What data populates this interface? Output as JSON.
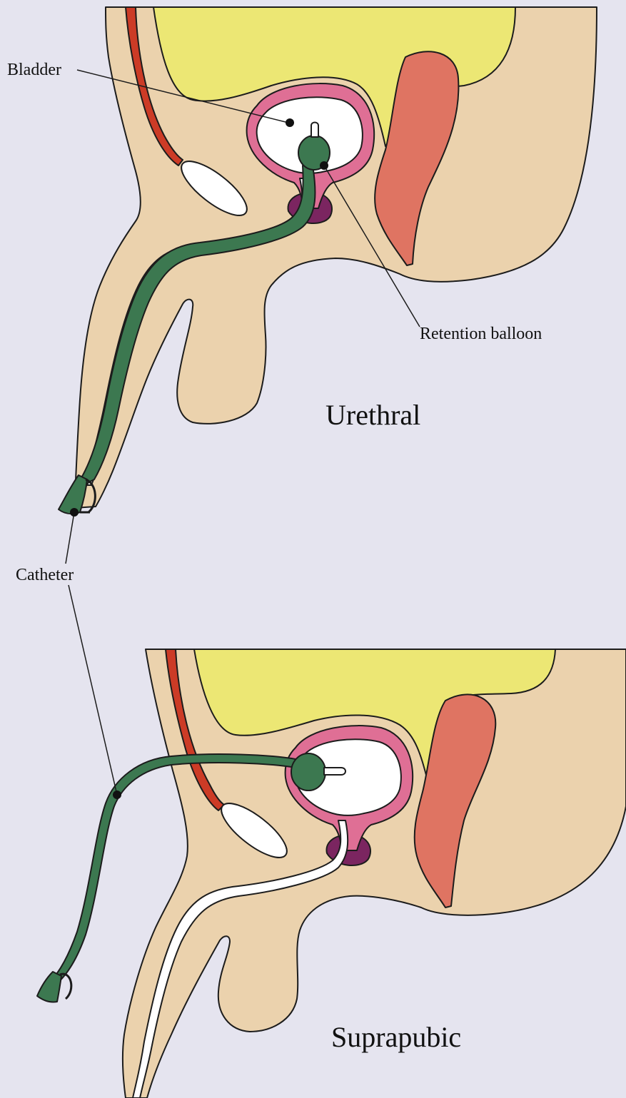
{
  "labels": {
    "bladder": "Bladder",
    "retention_balloon": "Retention balloon",
    "catheter": "Catheter",
    "urethral": "Urethral",
    "suprapubic": "Suprapubic"
  },
  "colors": {
    "background": "#e5e4ef",
    "tissue": "#ebd2ad",
    "abdomen": "#ece774",
    "rectum": "#df7462",
    "bladder_wall": "#df6f95",
    "bladder_lumen": "#ffffff",
    "prostate": "#7b2560",
    "catheter": "#3c7850",
    "artery": "#cc3b26",
    "outline": "#1c1c1c"
  }
}
